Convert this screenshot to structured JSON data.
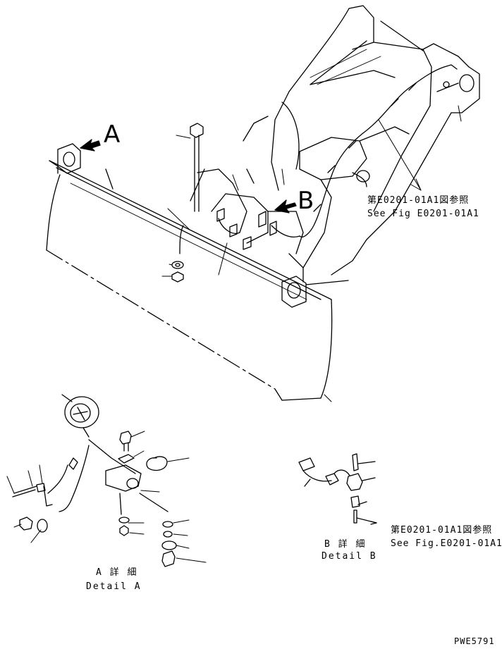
{
  "callouts": {
    "view_a": "A",
    "view_b": "B"
  },
  "references": {
    "main_ref_jp": "第E0201-01A1図参照",
    "main_ref_en": "See Fig E0201-01A1",
    "detail_b_ref_jp": "第E0201-01A1図参照",
    "detail_b_ref_en": "See Fig.E0201-01A1"
  },
  "captions": {
    "detail_a_jp": "A 詳 細",
    "detail_a_en": "Detail A",
    "detail_b_jp": "B 詳 細",
    "detail_b_en": "Detail B"
  },
  "drawing_code": "PWE5791",
  "colors": {
    "ink": "#000000",
    "paper": "#ffffff"
  }
}
